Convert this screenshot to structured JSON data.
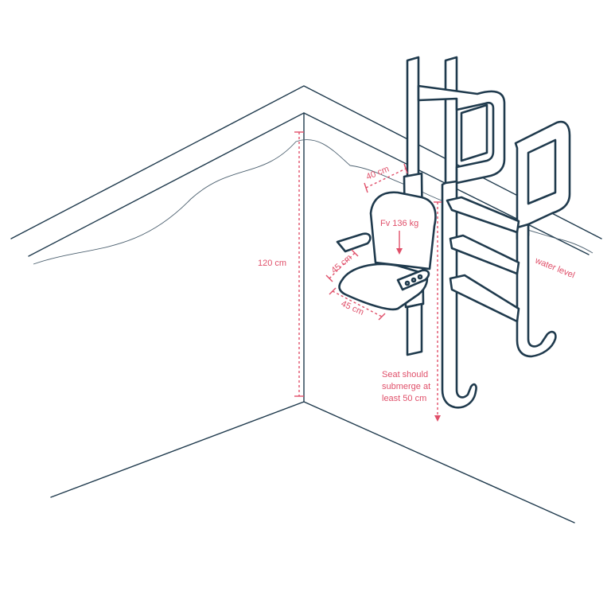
{
  "labels": {
    "height_pool": "120 cm",
    "seat_offset": "40 cm",
    "load": "Fv 136 kg",
    "seat_depth": "45 cm",
    "seat_width": "45 cm",
    "water_level": "water level",
    "submerge_line1": "Seat should",
    "submerge_line2": "submerge at",
    "submerge_line3": "least 50 cm"
  },
  "colors": {
    "outline": "#1f3a4d",
    "dimension": "#e0506a",
    "background": "#ffffff"
  }
}
